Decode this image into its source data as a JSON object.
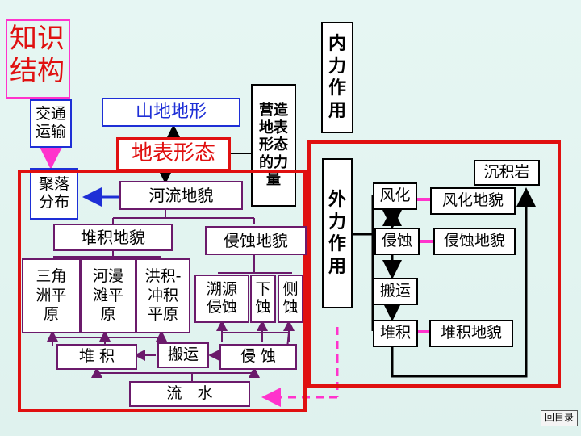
{
  "title": "知识\n结构",
  "nav_button": "回目录",
  "labels": {
    "jiaotong": "交通\n运输",
    "shandi": "山地地形",
    "yingzao": "营造\n地表\n形态\n的力\n量",
    "neili": "内\n力\n作\n用",
    "dibiao": "地表形态",
    "juluo": "聚落\n分布",
    "heliu": "河流地貌",
    "duiji_dimao": "堆积地貌",
    "qinshi_dimao": "侵蚀地貌",
    "sanjiaozhou": "三角\n洲平\n原",
    "heman": "河漫\n滩平\n原",
    "hongji": "洪积-\n冲积\n平原",
    "suyuan": "溯源\n侵蚀",
    "xiashi": "下\n蚀",
    "ceshi": "侧\n蚀",
    "duiji": "堆 积",
    "banyun": "搬运",
    "qinshi": "侵 蚀",
    "liushui": "流　水",
    "waili": "外\n力\n作\n用",
    "fenghua": "风化",
    "fenghua_dimao": "风化地貌",
    "qinshi2": "侵蚀",
    "qinshi2_dimao": "侵蚀地貌",
    "banyun2": "搬运",
    "duiji2": "堆积",
    "duiji2_dimao": "堆积地貌",
    "chenjiyan": "沉积岩"
  },
  "colors": {
    "title": "#e01010",
    "title_border": "#ff33cc",
    "purple": "#6b1a6b",
    "blue": "#1e2fd6",
    "red": "#e01010",
    "pink": "#ff33cc",
    "background": "#e2f4f0"
  }
}
